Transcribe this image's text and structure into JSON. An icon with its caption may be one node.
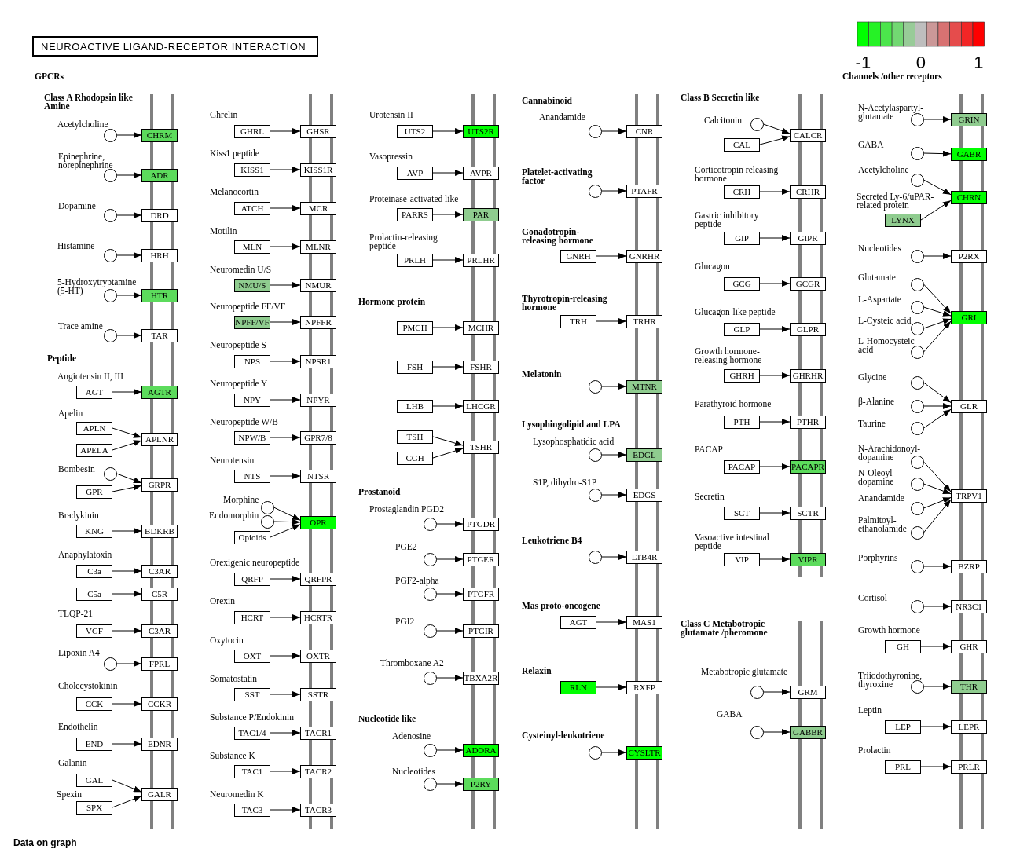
{
  "diagram": {
    "title": "NEUROACTIVE LIGAND-RECEPTOR INTERACTION",
    "nodes": [
      {
        "text": [],
        "shape": "circle",
        "beside": [
          "Acetylcholine"
        ]
      },
      {
        "text": [
          "CHRM"
        ]
      },
      {
        "text": [],
        "shape": "circle",
        "beside": [
          "Epinephrine, norepinephrine"
        ]
      },
      {
        "text": [
          "ADR"
        ]
      },
      {
        "text": [],
        "shape": "circle",
        "beside": [
          "Dopamine"
        ]
      },
      {
        "text": [
          "DRD"
        ]
      },
      {
        "text": [],
        "shape": "circle",
        "beside": [
          "Histamine"
        ]
      },
      {
        "text": [
          "HRH"
        ]
      },
      {
        "text": [],
        "shape": "circle",
        "beside": [
          "5-Hydroxytryptamine (5-HT)"
        ]
      },
      {
        "text": [
          "HTR"
        ]
      },
      {
        "text": [],
        "shape": "circle",
        "beside": [
          "Trace amine"
        ]
      },
      {
        "text": [
          "TAR"
        ]
      },
      {
        "text": [
          "AGT"
        ],
        "beside": [
          "Angiotensin II, III"
        ]
      },
      {
        "text": [
          "AGTR"
        ]
      },
      {
        "text": [
          "APLN"
        ],
        "beside": [
          "Apelin"
        ]
      },
      {
        "text": [
          "APELA"
        ]
      },
      {
        "text": [
          "APLNR"
        ]
      },
      {
        "text": [],
        "shape": "circle",
        "beside": [
          "Bombesin"
        ]
      },
      {
        "text": [
          "GPR"
        ]
      },
      {
        "text": [
          "GRPR"
        ]
      },
      {
        "text": [
          "KNG"
        ],
        "beside": [
          "Bradykinin"
        ]
      },
      {
        "text": [
          "BDKRB"
        ]
      },
      {
        "text": [
          "C3a"
        ],
        "beside": [
          "Anaphylatoxin"
        ]
      },
      {
        "text": [
          "C3AR"
        ]
      },
      {
        "text": [
          "C5a"
        ]
      },
      {
        "text": [
          "C5R"
        ]
      },
      {
        "text": [
          "VGF"
        ],
        "beside": [
          "TLQP-21"
        ]
      },
      {
        "text": [
          "C3AR"
        ]
      },
      {
        "text": [],
        "shape": "circle",
        "beside": [
          "Lipoxin A4"
        ]
      },
      {
        "text": [
          "FPRL"
        ]
      },
      {
        "text": [
          "CCK"
        ],
        "beside": [
          "Cholecystokinin"
        ]
      },
      {
        "text": [
          "CCKR"
        ]
      },
      {
        "text": [
          "END"
        ],
        "beside": [
          "Endothelin"
        ]
      },
      {
        "text": [
          "EDNR"
        ]
      },
      {
        "text": [
          "GAL"
        ],
        "beside": [
          "Galanin"
        ]
      },
      {
        "text": [
          "SPX"
        ],
        "beside": [
          "Spexin"
        ]
      },
      {
        "text": [
          "GALR"
        ]
      },
      {
        "text": [
          "GHRL"
        ],
        "beside": [
          "Ghrelin"
        ]
      },
      {
        "text": [
          "GHSR"
        ]
      },
      {
        "text": [
          "KISS1"
        ],
        "beside": [
          "Kiss1 peptide"
        ]
      },
      {
        "text": [
          "KISS1R"
        ]
      },
      {
        "text": [
          "ATCH"
        ],
        "beside": [
          "Melanocortin"
        ]
      },
      {
        "text": [
          "MCR"
        ]
      },
      {
        "text": [
          "MLN"
        ],
        "beside": [
          "Motilin"
        ]
      },
      {
        "text": [
          "MLNR"
        ]
      },
      {
        "text": [
          "NMU/S"
        ],
        "beside": [
          "Neuromedin U/S"
        ]
      },
      {
        "text": [
          "NMUR"
        ]
      },
      {
        "text": [
          "NPFF/VF"
        ],
        "beside": [
          "Neuropeptide FF/VF"
        ]
      },
      {
        "text": [
          "NPFFR"
        ]
      },
      {
        "text": [
          "NPS"
        ],
        "beside": [
          "Neuropeptide S"
        ]
      },
      {
        "text": [
          "NPSR1"
        ]
      },
      {
        "text": [
          "NPY"
        ],
        "beside": [
          "Neuropeptide Y"
        ]
      },
      {
        "text": [
          "NPYR"
        ]
      },
      {
        "text": [
          "NPW/B"
        ],
        "beside": [
          "Neuropeptide W/B"
        ]
      },
      {
        "text": [
          "GPR7/8"
        ]
      },
      {
        "text": [
          "NTS"
        ],
        "beside": [
          "Neurotensin"
        ]
      },
      {
        "text": [
          "NTSR"
        ]
      },
      {
        "text": [],
        "shape": "circle",
        "beside": [
          "Morphine"
        ]
      },
      {
        "text": [],
        "shape": "circle",
        "beside": [
          "Endomorphin"
        ]
      },
      {
        "text": [
          "Opioids"
        ]
      },
      {
        "text": [
          "OPR"
        ]
      },
      {
        "text": [
          "QRFP"
        ],
        "beside": [
          "Orexigenic neuropeptide"
        ]
      },
      {
        "text": [
          "QRFPR"
        ]
      },
      {
        "text": [
          "HCRT"
        ],
        "beside": [
          "Orexin"
        ]
      },
      {
        "text": [
          "HCRTR"
        ]
      },
      {
        "text": [
          "OXT"
        ],
        "beside": [
          "Oxytocin"
        ]
      },
      {
        "text": [
          "OXTR"
        ]
      },
      {
        "text": [
          "SST"
        ],
        "beside": [
          "Somatostatin"
        ]
      },
      {
        "text": [
          "SSTR"
        ]
      },
      {
        "text": [
          "TAC1/4"
        ],
        "beside": [
          "Substance P/Endokinin"
        ]
      },
      {
        "text": [
          "TACR1"
        ]
      },
      {
        "text": [
          "TAC1"
        ],
        "beside": [
          "Substance K"
        ]
      },
      {
        "text": [
          "TACR2"
        ]
      },
      {
        "text": [
          "TAC3"
        ],
        "beside": [
          "Neuromedin K"
        ]
      },
      {
        "text": [
          "TACR3"
        ]
      },
      {
        "text": [
          "UTS2"
        ],
        "beside": [
          "Urotensin II"
        ]
      },
      {
        "text": [
          "UTS2R"
        ]
      },
      {
        "text": [
          "AVP"
        ],
        "beside": [
          "Vasopressin"
        ]
      },
      {
        "text": [
          "AVPR"
        ]
      },
      {
        "text": [
          "PARRS"
        ],
        "beside": [
          "Proteinase-activated like"
        ]
      },
      {
        "text": [
          "PAR"
        ]
      },
      {
        "text": [
          "PRLH"
        ],
        "beside": [
          "Prolactin-releasing peptide"
        ]
      },
      {
        "text": [
          "PRLHR"
        ]
      },
      {
        "text": [
          "PMCH"
        ]
      },
      {
        "text": [
          "MCHR"
        ]
      },
      {
        "text": [
          "FSH"
        ]
      },
      {
        "text": [
          "FSHR"
        ]
      },
      {
        "text": [
          "LHB"
        ]
      },
      {
        "text": [
          "LHCGR"
        ]
      },
      {
        "text": [
          "TSH"
        ]
      },
      {
        "text": [
          "CGH"
        ]
      },
      {
        "text": [
          "TSHR"
        ]
      },
      {
        "text": [],
        "shape": "circle",
        "beside": [
          "Prostaglandin PGD2"
        ]
      },
      {
        "text": [
          "PTGDR"
        ]
      },
      {
        "text": [],
        "shape": "circle",
        "beside": [
          "PGE2"
        ]
      },
      {
        "text": [
          "PTGER"
        ]
      },
      {
        "text": [],
        "shape": "circle",
        "beside": [
          "PGF2-alpha"
        ]
      },
      {
        "text": [
          "PTGFR"
        ]
      },
      {
        "text": [],
        "shape": "circle",
        "beside": [
          "PGI2"
        ]
      },
      {
        "text": [
          "PTGIR"
        ]
      },
      {
        "text": [],
        "shape": "circle",
        "beside": [
          "Thromboxane A2"
        ]
      },
      {
        "text": [
          "TBXA2R"
        ]
      },
      {
        "text": [],
        "shape": "circle",
        "beside": [
          "Adenosine"
        ]
      },
      {
        "text": [
          "ADORA"
        ]
      },
      {
        "text": [],
        "shape": "circle",
        "beside": [
          "Nucleotides"
        ]
      },
      {
        "text": [
          "P2RY"
        ]
      },
      {
        "text": [],
        "shape": "circle",
        "beside": [
          "Anandamide"
        ]
      },
      {
        "text": [
          "CNR"
        ]
      },
      {
        "text": [],
        "shape": "circle"
      },
      {
        "text": [
          "PTAFR"
        ]
      },
      {
        "text": [
          "GNRH"
        ]
      },
      {
        "text": [
          "GNRHR"
        ]
      },
      {
        "text": [
          "TRH"
        ]
      },
      {
        "text": [
          "TRHR"
        ]
      },
      {
        "text": [],
        "shape": "circle"
      },
      {
        "text": [
          "MTNR"
        ]
      },
      {
        "text": [],
        "shape": "circle",
        "beside": [
          "Lysophosphatidic acid"
        ]
      },
      {
        "text": [
          "EDGL"
        ]
      },
      {
        "text": [],
        "shape": "circle",
        "beside": [
          "S1P, dihydro-S1P"
        ]
      },
      {
        "text": [
          "EDGS"
        ]
      },
      {
        "text": [],
        "shape": "circle"
      },
      {
        "text": [
          "LTB4R"
        ]
      },
      {
        "text": [
          "AGT"
        ]
      },
      {
        "text": [
          "MAS1"
        ]
      },
      {
        "text": [
          "RLN"
        ]
      },
      {
        "text": [
          "RXFP"
        ]
      },
      {
        "text": [],
        "shape": "circle"
      },
      {
        "text": [
          "CYSLTR"
        ]
      },
      {
        "text": [],
        "shape": "circle",
        "beside": [
          "Calcitonin"
        ]
      },
      {
        "text": [
          "CAL"
        ]
      },
      {
        "text": [
          "CALCR"
        ]
      },
      {
        "text": [
          "CRH"
        ],
        "beside": [
          "Corticotropin releasing hormone"
        ]
      },
      {
        "text": [
          "CRHR"
        ]
      },
      {
        "text": [
          "GIP"
        ],
        "beside": [
          "Gastric inhibitory peptide"
        ]
      },
      {
        "text": [
          "GIPR"
        ]
      },
      {
        "text": [
          "GCG"
        ],
        "beside": [
          "Glucagon"
        ]
      },
      {
        "text": [
          "GCGR"
        ]
      },
      {
        "text": [
          "GLP"
        ],
        "beside": [
          "Glucagon-like peptide"
        ]
      },
      {
        "text": [
          "GLPR"
        ]
      },
      {
        "text": [
          "GHRH"
        ],
        "beside": [
          "Growth hormone-releasing hormone"
        ]
      },
      {
        "text": [
          "GHRHR"
        ]
      },
      {
        "text": [
          "PTH"
        ],
        "beside": [
          "Parathyroid hormone"
        ]
      },
      {
        "text": [
          "PTHR"
        ]
      },
      {
        "text": [
          "PACAP"
        ],
        "beside": [
          "PACAP"
        ]
      },
      {
        "text": [
          "PACAPR"
        ]
      },
      {
        "text": [
          "SCT"
        ],
        "beside": [
          "Secretin"
        ]
      },
      {
        "text": [
          "SCTR"
        ]
      },
      {
        "text": [
          "VIP"
        ],
        "beside": [
          "Vasoactive intestinal peptide"
        ]
      },
      {
        "text": [
          "VIPR"
        ]
      },
      {
        "text": [],
        "shape": "circle",
        "beside": [
          "Metabotropic glutamate"
        ]
      },
      {
        "text": [
          "GRM"
        ]
      },
      {
        "text": [],
        "shape": "circle",
        "beside": [
          "GABA"
        ]
      },
      {
        "text": [
          "GABBR"
        ]
      },
      {
        "text": [],
        "shape": "circle",
        "beside": [
          "N-Acetylaspartyl-glutamate"
        ]
      },
      {
        "text": [
          "GRIN"
        ]
      },
      {
        "text": [],
        "shape": "circle",
        "beside": [
          "GABA"
        ]
      },
      {
        "text": [
          "GABR"
        ]
      },
      {
        "text": [],
        "shape": "circle",
        "beside": [
          "Acetylcholine"
        ]
      },
      {
        "text": [
          "LYNX"
        ],
        "beside": [
          "Secreted Ly-6/uPAR-related protein"
        ]
      },
      {
        "text": [
          "CHRN"
        ]
      },
      {
        "text": [],
        "shape": "circle",
        "beside": [
          "Nucleotides"
        ]
      },
      {
        "text": [
          "P2RX"
        ]
      },
      {
        "text": [],
        "shape": "circle",
        "beside": [
          "Glutamate"
        ]
      },
      {
        "text": [],
        "shape": "circle",
        "beside": [
          "L-Aspartate"
        ]
      },
      {
        "text": [],
        "shape": "circle",
        "beside": [
          "L-Cysteic acid"
        ]
      },
      {
        "text": [],
        "shape": "circle",
        "beside": [
          "L-Homocysteic acid"
        ]
      },
      {
        "text": [
          "GRI"
        ]
      },
      {
        "text": [],
        "shape": "circle",
        "beside": [
          "Glycine"
        ]
      },
      {
        "text": [],
        "shape": "circle",
        "beside": [
          "β-Alanine"
        ]
      },
      {
        "text": [],
        "shape": "circle",
        "beside": [
          "Taurine"
        ]
      },
      {
        "text": [
          "GLR"
        ]
      },
      {
        "text": [],
        "shape": "circle",
        "beside": [
          "N-Arachidonoyl-dopamine"
        ]
      },
      {
        "text": [],
        "shape": "circle",
        "beside": [
          "N-Oleoyl-dopamine"
        ]
      },
      {
        "text": [],
        "shape": "circle",
        "beside": [
          "Anandamide"
        ]
      },
      {
        "text": [],
        "shape": "circle",
        "beside": [
          "Palmitoyl-ethanolamide"
        ]
      },
      {
        "text": [
          "TRPV1"
        ]
      },
      {
        "text": [],
        "shape": "circle",
        "beside": [
          "Porphyrins"
        ]
      },
      {
        "text": [
          "BZRP"
        ]
      },
      {
        "text": [],
        "shape": "circle",
        "beside": [
          "Cortisol"
        ]
      },
      {
        "text": [
          "NR3C1"
        ]
      },
      {
        "text": [
          "GH"
        ],
        "beside": [
          "Growth hormone"
        ]
      },
      {
        "text": [
          "GHR"
        ]
      },
      {
        "text": [],
        "shape": "circle",
        "beside": [
          "Triiodothyronine, thyroxine"
        ]
      },
      {
        "text": [
          "THR"
        ]
      },
      {
        "text": [
          "LEP"
        ],
        "beside": [
          "Leptin"
        ]
      },
      {
        "text": [
          "LEPR"
        ]
      },
      {
        "text": [
          "PRL"
        ],
        "beside": [
          "Prolactin"
        ]
      },
      {
        "text": [
          "PRLR"
        ]
      }
    ],
    "edges": [
      {
        "from": 0,
        "to": 1,
        "arrow": "to"
      },
      {
        "from": 2,
        "to": 3,
        "arrow": "to"
      },
      {
        "from": 4,
        "to": 5,
        "arrow": "to"
      },
      {
        "from": 6,
        "to": 7,
        "arrow": "to"
      },
      {
        "from": 8,
        "to": 9,
        "arrow": "to"
      },
      {
        "from": 10,
        "to": 11,
        "arrow": "to"
      },
      {
        "from": 12,
        "to": 13,
        "arrow": "to"
      },
      {
        "from": 14,
        "to": 16,
        "arrow": "to"
      },
      {
        "from": 15,
        "to": 16,
        "arrow": "to"
      },
      {
        "from": 17,
        "to": 19,
        "arrow": "to"
      },
      {
        "from": 18,
        "to": 19,
        "arrow": "to"
      },
      {
        "from": 20,
        "to": 21,
        "arrow": "to"
      },
      {
        "from": 22,
        "to": 23,
        "arrow": "to"
      },
      {
        "from": 24,
        "to": 25,
        "arrow": "to"
      },
      {
        "from": 26,
        "to": 27,
        "arrow": "to"
      },
      {
        "from": 28,
        "to": 29,
        "arrow": "to"
      },
      {
        "from": 30,
        "to": 31,
        "arrow": "to"
      },
      {
        "from": 32,
        "to": 33,
        "arrow": "to"
      },
      {
        "from": 34,
        "to": 36,
        "arrow": "to"
      },
      {
        "from": 35,
        "to": 36,
        "arrow": "to"
      },
      {
        "from": 37,
        "to": 38,
        "arrow": "to"
      },
      {
        "from": 39,
        "to": 40,
        "arrow": "to"
      },
      {
        "from": 41,
        "to": 42,
        "arrow": "to"
      },
      {
        "from": 43,
        "to": 44,
        "arrow": "to"
      },
      {
        "from": 45,
        "to": 46,
        "arrow": "to"
      },
      {
        "from": 47,
        "to": 48,
        "arrow": "to"
      },
      {
        "from": 49,
        "to": 50,
        "arrow": "to"
      },
      {
        "from": 51,
        "to": 52,
        "arrow": "to"
      },
      {
        "from": 53,
        "to": 54,
        "arrow": "to"
      },
      {
        "from": 55,
        "to": 56,
        "arrow": "to"
      },
      {
        "from": 57,
        "to": 60,
        "arrow": "to"
      },
      {
        "from": 58,
        "to": 60,
        "arrow": "to"
      },
      {
        "from": 59,
        "to": 60,
        "arrow": "to"
      },
      {
        "from": 61,
        "to": 62,
        "arrow": "to"
      },
      {
        "from": 63,
        "to": 64,
        "arrow": "to"
      },
      {
        "from": 65,
        "to": 66,
        "arrow": "to"
      },
      {
        "from": 67,
        "to": 68,
        "arrow": "to"
      },
      {
        "from": 69,
        "to": 70,
        "arrow": "to"
      },
      {
        "from": 71,
        "to": 72,
        "arrow": "to"
      },
      {
        "from": 73,
        "to": 74,
        "arrow": "to"
      },
      {
        "from": 75,
        "to": 76,
        "arrow": "to"
      },
      {
        "from": 77,
        "to": 78,
        "arrow": "to"
      },
      {
        "from": 79,
        "to": 80,
        "arrow": "to"
      },
      {
        "from": 81,
        "to": 82,
        "arrow": "to"
      },
      {
        "from": 83,
        "to": 84,
        "arrow": "to"
      },
      {
        "from": 85,
        "to": 86,
        "arrow": "to"
      },
      {
        "from": 87,
        "to": 88,
        "arrow": "to"
      },
      {
        "from": 89,
        "to": 91,
        "arrow": "to"
      },
      {
        "from": 90,
        "to": 91,
        "arrow": "to"
      },
      {
        "from": 92,
        "to": 93,
        "arrow": "to"
      },
      {
        "from": 94,
        "to": 95,
        "arrow": "to"
      },
      {
        "from": 96,
        "to": 97,
        "arrow": "to"
      },
      {
        "from": 98,
        "to": 99,
        "arrow": "to"
      },
      {
        "from": 100,
        "to": 101,
        "arrow": "to"
      },
      {
        "from": 102,
        "to": 103,
        "arrow": "to"
      },
      {
        "from": 104,
        "to": 105,
        "arrow": "to"
      },
      {
        "from": 106,
        "to": 107,
        "arrow": "to"
      },
      {
        "from": 108,
        "to": 109,
        "arrow": "to"
      },
      {
        "from": 110,
        "to": 111,
        "arrow": "to"
      },
      {
        "from": 112,
        "to": 113,
        "arrow": "to"
      },
      {
        "from": 114,
        "to": 115,
        "arrow": "to"
      },
      {
        "from": 116,
        "to": 117,
        "arrow": "to"
      },
      {
        "from": 118,
        "to": 119,
        "arrow": "to"
      },
      {
        "from": 120,
        "to": 121,
        "arrow": "to"
      },
      {
        "from": 122,
        "to": 123,
        "arrow": "to"
      },
      {
        "from": 124,
        "to": 125,
        "arrow": "to"
      },
      {
        "from": 126,
        "to": 127,
        "arrow": "to"
      },
      {
        "from": 128,
        "to": 130,
        "arrow": "to"
      },
      {
        "from": 129,
        "to": 130,
        "arrow": "to"
      },
      {
        "from": 131,
        "to": 132,
        "arrow": "to"
      },
      {
        "from": 133,
        "to": 134,
        "arrow": "to"
      },
      {
        "from": 135,
        "to": 136,
        "arrow": "to"
      },
      {
        "from": 137,
        "to": 138,
        "arrow": "to"
      },
      {
        "from": 139,
        "to": 140,
        "arrow": "to"
      },
      {
        "from": 141,
        "to": 142,
        "arrow": "to"
      },
      {
        "from": 143,
        "to": 144,
        "arrow": "to"
      },
      {
        "from": 145,
        "to": 146,
        "arrow": "to"
      },
      {
        "from": 147,
        "to": 148,
        "arrow": "to"
      },
      {
        "from": 149,
        "to": 150,
        "arrow": "to"
      },
      {
        "from": 151,
        "to": 152,
        "arrow": "to"
      },
      {
        "from": 153,
        "to": 154,
        "arrow": "to"
      },
      {
        "from": 155,
        "to": 156,
        "arrow": "to"
      },
      {
        "from": 157,
        "to": 159,
        "arrow": "to"
      },
      {
        "from": 158,
        "to": 159,
        "arrow": "to"
      },
      {
        "from": 160,
        "to": 161,
        "arrow": "to"
      },
      {
        "from": 162,
        "to": 166,
        "arrow": "to"
      },
      {
        "from": 163,
        "to": 166,
        "arrow": "to"
      },
      {
        "from": 164,
        "to": 166,
        "arrow": "to"
      },
      {
        "from": 165,
        "to": 166,
        "arrow": "to"
      },
      {
        "from": 167,
        "to": 170,
        "arrow": "to"
      },
      {
        "from": 168,
        "to": 170,
        "arrow": "to"
      },
      {
        "from": 169,
        "to": 170,
        "arrow": "to"
      },
      {
        "from": 171,
        "to": 175,
        "arrow": "to"
      },
      {
        "from": 172,
        "to": 175,
        "arrow": "to"
      },
      {
        "from": 173,
        "to": 175,
        "arrow": "to"
      },
      {
        "from": 174,
        "to": 175,
        "arrow": "to"
      },
      {
        "from": 176,
        "to": 177,
        "arrow": "to"
      },
      {
        "from": 178,
        "to": 179,
        "arrow": "to"
      },
      {
        "from": 180,
        "to": 181,
        "arrow": "to"
      },
      {
        "from": 182,
        "to": 183,
        "arrow": "to"
      },
      {
        "from": 184,
        "to": 185,
        "arrow": "to"
      },
      {
        "from": 186,
        "to": 187,
        "arrow": "to"
      }
    ],
    "labels": [
      "GPCRs",
      "Class A Rhodopsin like Amine",
      "Peptide",
      "Hormone protein",
      "Prostanoid",
      "Nucleotide like",
      "Cannabinoid",
      "Platelet-activating factor",
      "Gonadotropin-releasing hormone",
      "Thyrotropin-releasing hormone",
      "Melatonin",
      "Lysophingolipid and LPA",
      "Leukotriene B4",
      "Mas proto-oncogene",
      "Relaxin",
      "Cysteinyl-leukotriene",
      "Class B Secretin like",
      "Class C Metabotropic glutamate /pheromone",
      "Channels /other receptors",
      "Data on graph"
    ],
    "legend": [
      {
        "text": "-1",
        "color": "#00ff00"
      },
      {
        "text": "0",
        "color": "#bebebe"
      },
      {
        "text": "1",
        "color": "#ff0000"
      }
    ]
  }
}
